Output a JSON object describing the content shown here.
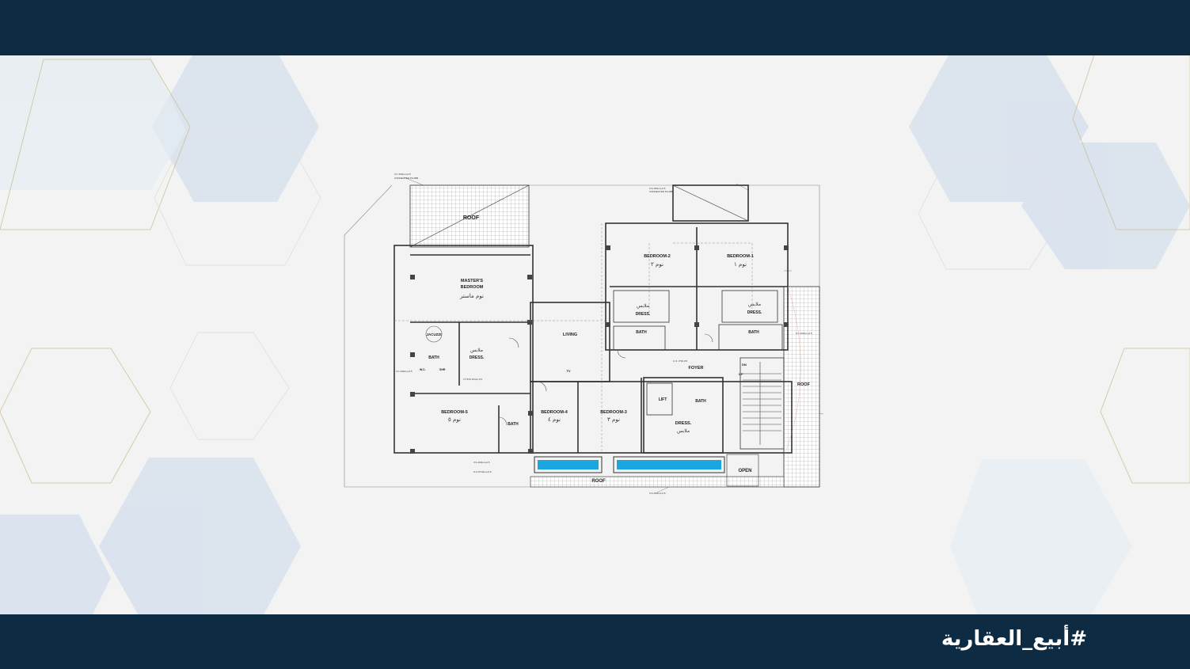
{
  "footer": {
    "hashtag": "#أبيع_العقارية"
  },
  "plan": {
    "rooms": {
      "roof_top": "ROOF",
      "master_bedroom_l1": "MASTER'S",
      "master_bedroom_l2": "BEDROOM",
      "master_bedroom_ar": "نوم ماستر",
      "bedroom2": "BEDROOM-2",
      "bedroom2_ar": "نوم ٢",
      "bedroom1": "BEDROOM-1",
      "bedroom1_ar": "نوم ١",
      "dress_mid": "DRESS.",
      "dress_mid_ar": "ملابس",
      "dress_right": "DRESS.",
      "dress_right_ar": "ملابس",
      "jacuzzi": "JACUZZI",
      "bath_master": "BATH",
      "dress_master": "DRESS.",
      "dress_master_ar": "ملابس",
      "wc": "W.C.",
      "shr": "SHR",
      "living": "LIVING",
      "tv": "TV",
      "bath_mid": "BATH",
      "bath_right": "BATH",
      "foyer": "FOYER",
      "lift": "LIFT",
      "bath_foyer": "BATH",
      "roof_right": "ROOF",
      "bedroom5": "BEDROOM-5",
      "bedroom5_ar": "نوم ٥",
      "bath_b5": "BATH",
      "bedroom4": "BEDROOM-4",
      "bedroom4_ar": "نوم ٤",
      "bedroom3": "BEDROOM-3",
      "bedroom3_ar": "نوم ٣",
      "dress_foyer": "DRESS.",
      "dress_foyer_ar": "ملابس",
      "open": "OPEN",
      "roof_bottom": "ROOF",
      "dn": "DN",
      "up": "UP"
    }
  },
  "colors": {
    "bar": "#0d2b42",
    "background": "#f3f3f3",
    "pool": "#1aa7e0",
    "wall": "#333333"
  }
}
